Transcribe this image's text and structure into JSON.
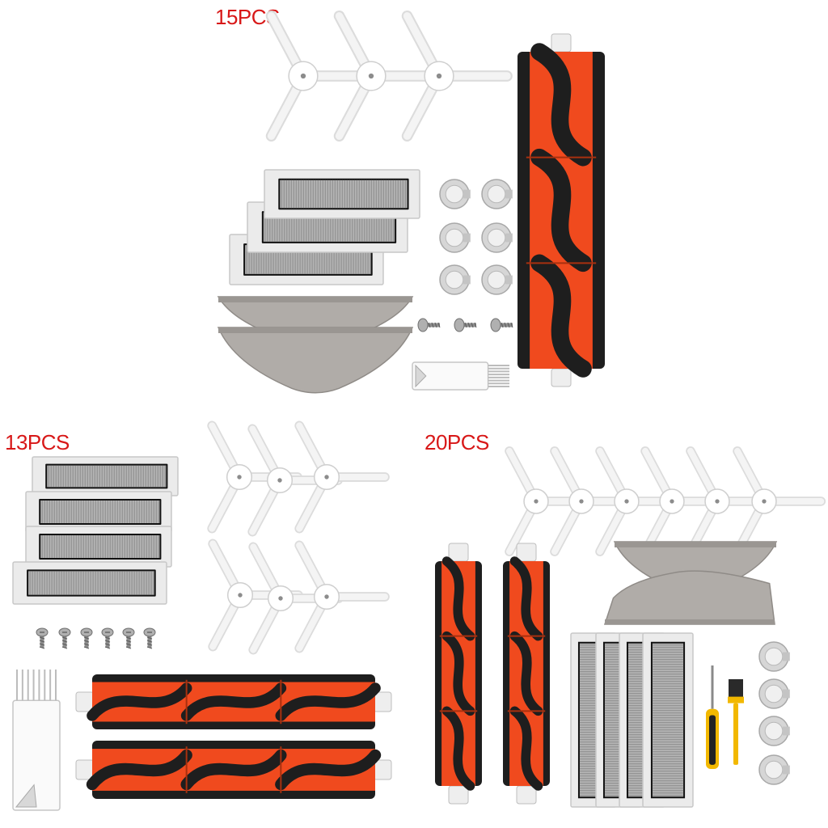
{
  "labels": {
    "set_15": "15PCS",
    "set_13": "13PCS",
    "set_20": "20PCS"
  },
  "colors": {
    "label": "#d81818",
    "brush_orange": "#f04a1e",
    "bristle_black": "#1e1e1e",
    "filter_frame": "#ebebeb",
    "filter_mesh": "#8a8a8a",
    "mop_cloth": "#b0aca8",
    "plastic_white": "#f4f4f4",
    "screwdriver_yellow": "#f2b800"
  },
  "kits": {
    "set_15": {
      "side_brushes": 3,
      "filters": 3,
      "mops": 2,
      "brush_caps": 6,
      "screws": 3,
      "main_brushes": 1,
      "cleaning_tools": 1
    },
    "set_13": {
      "side_brushes": 6,
      "filters": 4,
      "screws": 6,
      "main_brushes": 2,
      "cleaning_tools": 1
    },
    "set_20": {
      "side_brushes": 6,
      "main_brushes": 2,
      "mops": 2,
      "filters": 4,
      "brush_caps": 4,
      "screwdrivers": 1,
      "cleaning_tools": 1
    }
  }
}
